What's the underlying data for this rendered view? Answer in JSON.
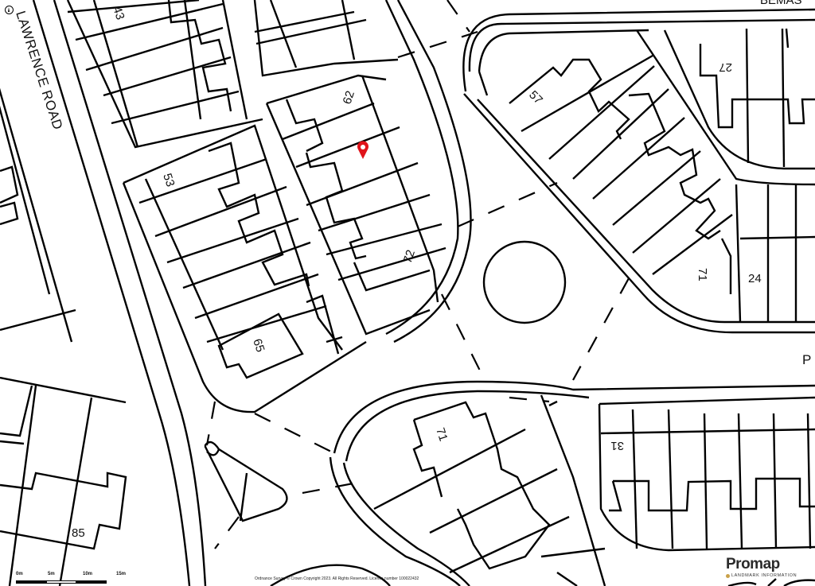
{
  "map": {
    "road_labels": {
      "lawrence_road": "LAWRENCE ROAD",
      "top_right_partial": "BEMAS",
      "right_partial": "P"
    },
    "house_numbers": [
      {
        "id": "n43",
        "text": "43"
      },
      {
        "id": "n53",
        "text": "53"
      },
      {
        "id": "n62",
        "text": "62"
      },
      {
        "id": "n72",
        "text": "72"
      },
      {
        "id": "n65",
        "text": "65"
      },
      {
        "id": "n57",
        "text": "57"
      },
      {
        "id": "n27",
        "text": "27"
      },
      {
        "id": "n71a",
        "text": "71"
      },
      {
        "id": "n24",
        "text": "24"
      },
      {
        "id": "n71b",
        "text": "71"
      },
      {
        "id": "n31",
        "text": "31"
      },
      {
        "id": "n85",
        "text": "85"
      }
    ],
    "marker": {
      "color": "#e0141b",
      "icon": "location-pin-icon"
    },
    "line_color": "#000000",
    "background": "#ffffff"
  },
  "scale_bar": {
    "ticks": [
      "0m",
      "5m",
      "10m",
      "15m"
    ]
  },
  "copyright": "Ordnance Survey © Crown Copyright 2023. All Rights Reserved. Licence number 100022432",
  "branding": {
    "name": "Promap",
    "subtitle": "LANDMARK INFORMATION",
    "accent_color": "#c9a14a"
  },
  "compass": {
    "icon": "north-arrow-icon"
  }
}
